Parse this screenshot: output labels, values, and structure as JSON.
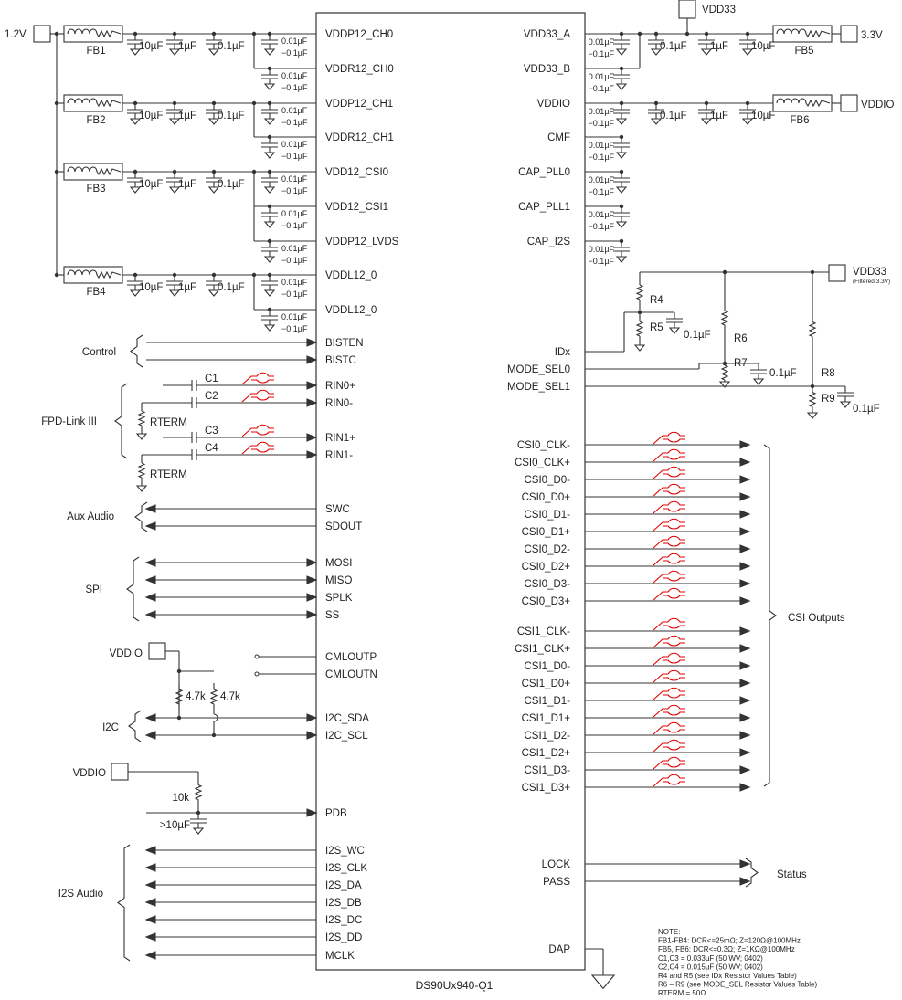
{
  "chip": {
    "name": "DS90Ux940-Q1",
    "left_pins": [
      "VDDP12_CH0",
      "VDDR12_CH0",
      "VDDP12_CH1",
      "VDDR12_CH1",
      "VDD12_CSI0",
      "VDD12_CSI1",
      "VDDP12_LVDS",
      "VDDL12_0",
      "VDDL12_0",
      "BISTEN",
      "BISTC",
      "RIN0+",
      "RIN0-",
      "RIN1+",
      "RIN1-",
      "SWC",
      "SDOUT",
      "MOSI",
      "MISO",
      "SPLK",
      "SS",
      "CMLOUTP",
      "CMLOUTN",
      "I2C_SDA",
      "I2C_SCL",
      "PDB",
      "I2S_WC",
      "I2S_CLK",
      "I2S_DA",
      "I2S_DB",
      "I2S_DC",
      "I2S_DD",
      "MCLK"
    ],
    "right_pins": [
      "VDD33_A",
      "VDD33_B",
      "VDDIO",
      "CMF",
      "CAP_PLL0",
      "CAP_PLL1",
      "CAP_I2S",
      "IDx",
      "MODE_SEL0",
      "MODE_SEL1",
      "CSI0_CLK-",
      "CSI0_CLK+",
      "CSI0_D0-",
      "CSI0_D0+",
      "CSI0_D1-",
      "CSI0_D1+",
      "CSI0_D2-",
      "CSI0_D2+",
      "CSI0_D3-",
      "CSI0_D3+",
      "CSI1_CLK-",
      "CSI1_CLK+",
      "CSI1_D0-",
      "CSI1_D0+",
      "CSI1_D1-",
      "CSI1_D1+",
      "CSI1_D2-",
      "CSI1_D2+",
      "CSI1_D3-",
      "CSI1_D3+",
      "LOCK",
      "PASS",
      "DAP"
    ]
  },
  "power": {
    "input_1v2": "1.2V",
    "ferrites_left": [
      "FB1",
      "FB2",
      "FB3",
      "FB4"
    ],
    "bulk_caps_left": [
      "10µF",
      "1µF",
      "0.1µF"
    ],
    "decap": [
      "0.01µF",
      "−0.1µF"
    ],
    "vdd33": "VDD33",
    "input_3v3": "3.3V",
    "vddio": "VDDIO",
    "fb5": "FB5",
    "fb6": "FB6",
    "bulk_caps_right": [
      "0.1µF",
      "1µF",
      "10µF"
    ]
  },
  "mode_network": {
    "vdd33": "VDD33",
    "vdd33_note": "(Filtered 3.3V)",
    "resistors": [
      "R4",
      "R5",
      "R6",
      "R7",
      "R8",
      "R9"
    ],
    "cap": "0.1µF"
  },
  "fpd": {
    "caps": [
      "C1",
      "C2",
      "C3",
      "C4"
    ],
    "rterm": "RTERM"
  },
  "i2c": {
    "vddio": "VDDIO",
    "pullup": "4.7k"
  },
  "pdb": {
    "vddio": "VDDIO",
    "resistor": "10k",
    "cap": ">10µF"
  },
  "groups": {
    "control": "Control",
    "fpd_link": "FPD-Link III",
    "aux_audio": "Aux Audio",
    "spi": "SPI",
    "i2c": "I2C",
    "i2s_audio": "I2S Audio",
    "csi_outputs": "CSI Outputs",
    "status": "Status"
  },
  "notes": [
    "NOTE:",
    "FB1-FB4: DCR<=25mΩ; Z=120Ω@100MHz",
    "FB5, FB6: DCR<=0.3Ω; Z=1KΩ@100MHz",
    "C1,C3 = 0.033µF (50 WV; 0402)",
    "C2,C4 = 0.015µF (50 WV; 0402)",
    "R4 and R5 (see IDx Resistor Values Table)",
    "R6 – R9 (see MODE_SEL Resistor Values Table)",
    "RTERM = 50Ω"
  ],
  "colors": {
    "wire": "#333333",
    "diff_pair_icon": "#e00000"
  }
}
